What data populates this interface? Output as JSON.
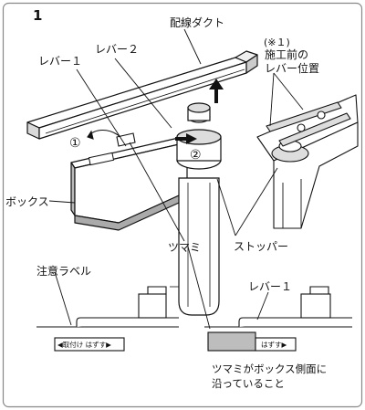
{
  "step_number": "1",
  "labels": {
    "duct": "配線ダクト",
    "note_marker": "(※１)",
    "pre_install_1": "施工前の",
    "pre_install_2": "レバー位置",
    "lever1": "レバー１",
    "lever2": "レバー２",
    "box": "ボックス",
    "knob": "ツマミ",
    "stopper": "ストッパー",
    "caution_label": "注意ラベル",
    "lever1_detail": "レバー１"
  },
  "circled_numbers": [
    "①",
    "②"
  ],
  "label_tags": {
    "left_tag": "◀取付け はずす▶",
    "right_tag": "はずす▶"
  },
  "note_text_line1": "ツマミがボックス側面に",
  "note_text_line2": "沿っていること",
  "colors": {
    "ink": "#111111",
    "shade": "#c8c8c8",
    "frame": "#888888"
  }
}
